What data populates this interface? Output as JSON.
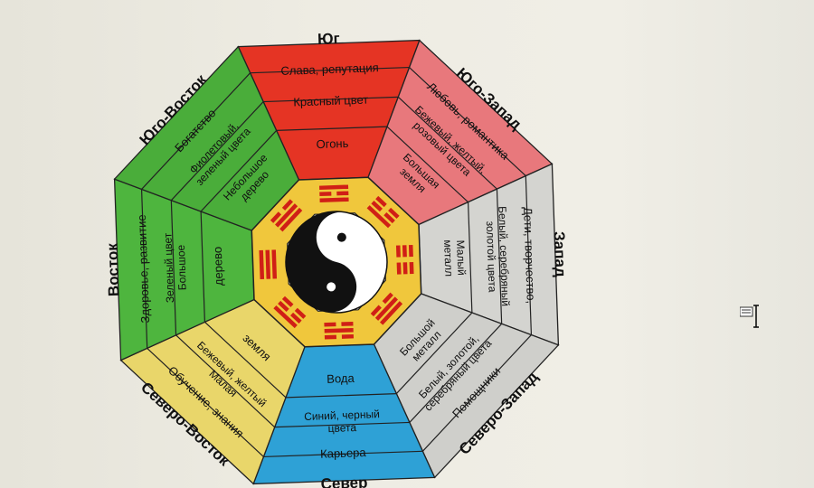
{
  "sectors": [
    {
      "key": "south",
      "color": "#e53424",
      "direction": "Юг",
      "cells": [
        "Слава, репутация",
        "Красный цвет",
        "Огонь"
      ]
    },
    {
      "key": "southwest",
      "color": "#e8787c",
      "direction": "Юго-Запад",
      "cells": [
        "Любовь, романтика",
        "Бежевый, желтый,",
        "розовый цвета",
        "Большая",
        "земля"
      ]
    },
    {
      "key": "west",
      "color": "#d4d4d0",
      "direction": "Запад",
      "cells": [
        "Дети, творчество,",
        "Белый, серебряный",
        "золотой цвета",
        "Малый",
        "металл"
      ]
    },
    {
      "key": "northwest",
      "color": "#cfcfcb",
      "direction": "Северо-Запад",
      "cells": [
        "Помощники",
        "Белый, золотой,",
        "серебряный цвета",
        "Большой",
        "металл"
      ]
    },
    {
      "key": "north",
      "color": "#2ea1d6",
      "direction": "Север",
      "cells": [
        "Карьера",
        "Синий, черный",
        "цвета",
        "Вода"
      ]
    },
    {
      "key": "northeast",
      "color": "#e9d66a",
      "direction": "Северо-Восток",
      "cells": [
        "Обучение, знания",
        "Бежевый, желтый",
        "Малая",
        "земля"
      ]
    },
    {
      "key": "east",
      "color": "#4eb53e",
      "direction": "Восток",
      "cells": [
        "Здоровье, развитие",
        "Зеленый цвет",
        "Большое",
        "дерево"
      ]
    },
    {
      "key": "southeast",
      "color": "#4aad3a",
      "direction": "Юго-Восток",
      "cells": [
        "Богатство",
        "Фиолетовый,",
        "зеленый цвета",
        "Небольшое",
        "дерево"
      ]
    }
  ],
  "colors": {
    "trigram_ring": "#f0c73c",
    "trigram_bar": "#d01f16",
    "outline": "#222222"
  }
}
